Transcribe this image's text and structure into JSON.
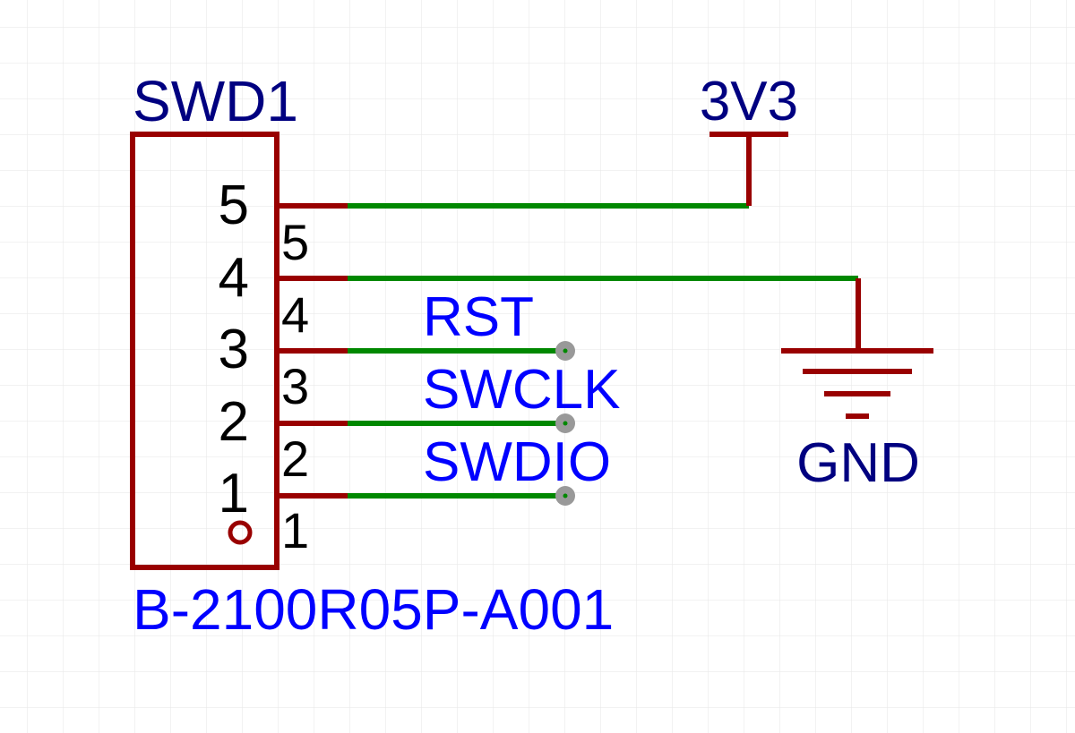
{
  "component": {
    "designator": "SWD1",
    "part_number": "B-2100R05P-A001",
    "pins": [
      {
        "number": "5",
        "inner_label": "5",
        "outer_label": "5"
      },
      {
        "number": "4",
        "inner_label": "4",
        "outer_label": "4"
      },
      {
        "number": "3",
        "inner_label": "3",
        "outer_label": "3"
      },
      {
        "number": "2",
        "inner_label": "2",
        "outer_label": "2"
      },
      {
        "number": "1",
        "inner_label": "1",
        "outer_label": "1"
      }
    ]
  },
  "nets": {
    "pin5": "3V3",
    "pin4": "GND",
    "pin3": "RST",
    "pin2": "SWCLK",
    "pin1": "SWDIO"
  },
  "colors": {
    "body": "#990000",
    "wire": "#008800",
    "designator": "#000080",
    "part_number": "#0000ff",
    "net_label": "#0000ff",
    "power_label": "#000080",
    "pin_number": "#000000",
    "grid": "#e6e6e6",
    "no_connect": "#999999"
  }
}
